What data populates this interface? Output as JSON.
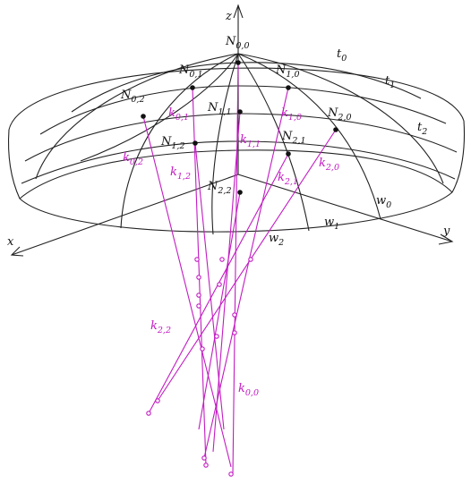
{
  "axes": {
    "x": "x",
    "y": "y",
    "z": "z"
  },
  "node_labels": {
    "n00": {
      "base": "N",
      "sub": "0,0"
    },
    "n01": {
      "base": "N",
      "sub": "0,1"
    },
    "n10": {
      "base": "N",
      "sub": "1,0"
    },
    "n02": {
      "base": "N",
      "sub": "0,2"
    },
    "n11": {
      "base": "N",
      "sub": "1,1"
    },
    "n20": {
      "base": "N",
      "sub": "2,0"
    },
    "n12": {
      "base": "N",
      "sub": "1,2"
    },
    "n21": {
      "base": "N",
      "sub": "2,1"
    },
    "n22": {
      "base": "N",
      "sub": "2,2"
    }
  },
  "ray_labels": {
    "k00": {
      "base": "k",
      "sub": "0,0"
    },
    "k01": {
      "base": "k",
      "sub": "0,1"
    },
    "k10": {
      "base": "k",
      "sub": "1,0"
    },
    "k02": {
      "base": "k",
      "sub": "0,2"
    },
    "k11": {
      "base": "k",
      "sub": "1,1"
    },
    "k20": {
      "base": "k",
      "sub": "2,0"
    },
    "k12": {
      "base": "k",
      "sub": "1,2"
    },
    "k21": {
      "base": "k",
      "sub": "2,1"
    },
    "k22": {
      "base": "k",
      "sub": "2,2"
    }
  },
  "curve_labels": {
    "t0": {
      "base": "t",
      "sub": "0"
    },
    "t1": {
      "base": "t",
      "sub": "1"
    },
    "t2": {
      "base": "t",
      "sub": "2"
    },
    "w0": {
      "base": "w",
      "sub": "0"
    },
    "w1": {
      "base": "w",
      "sub": "1"
    },
    "w2": {
      "base": "w",
      "sub": "2"
    }
  },
  "colors": {
    "ray": "#c21bc2",
    "line": "#222222"
  }
}
